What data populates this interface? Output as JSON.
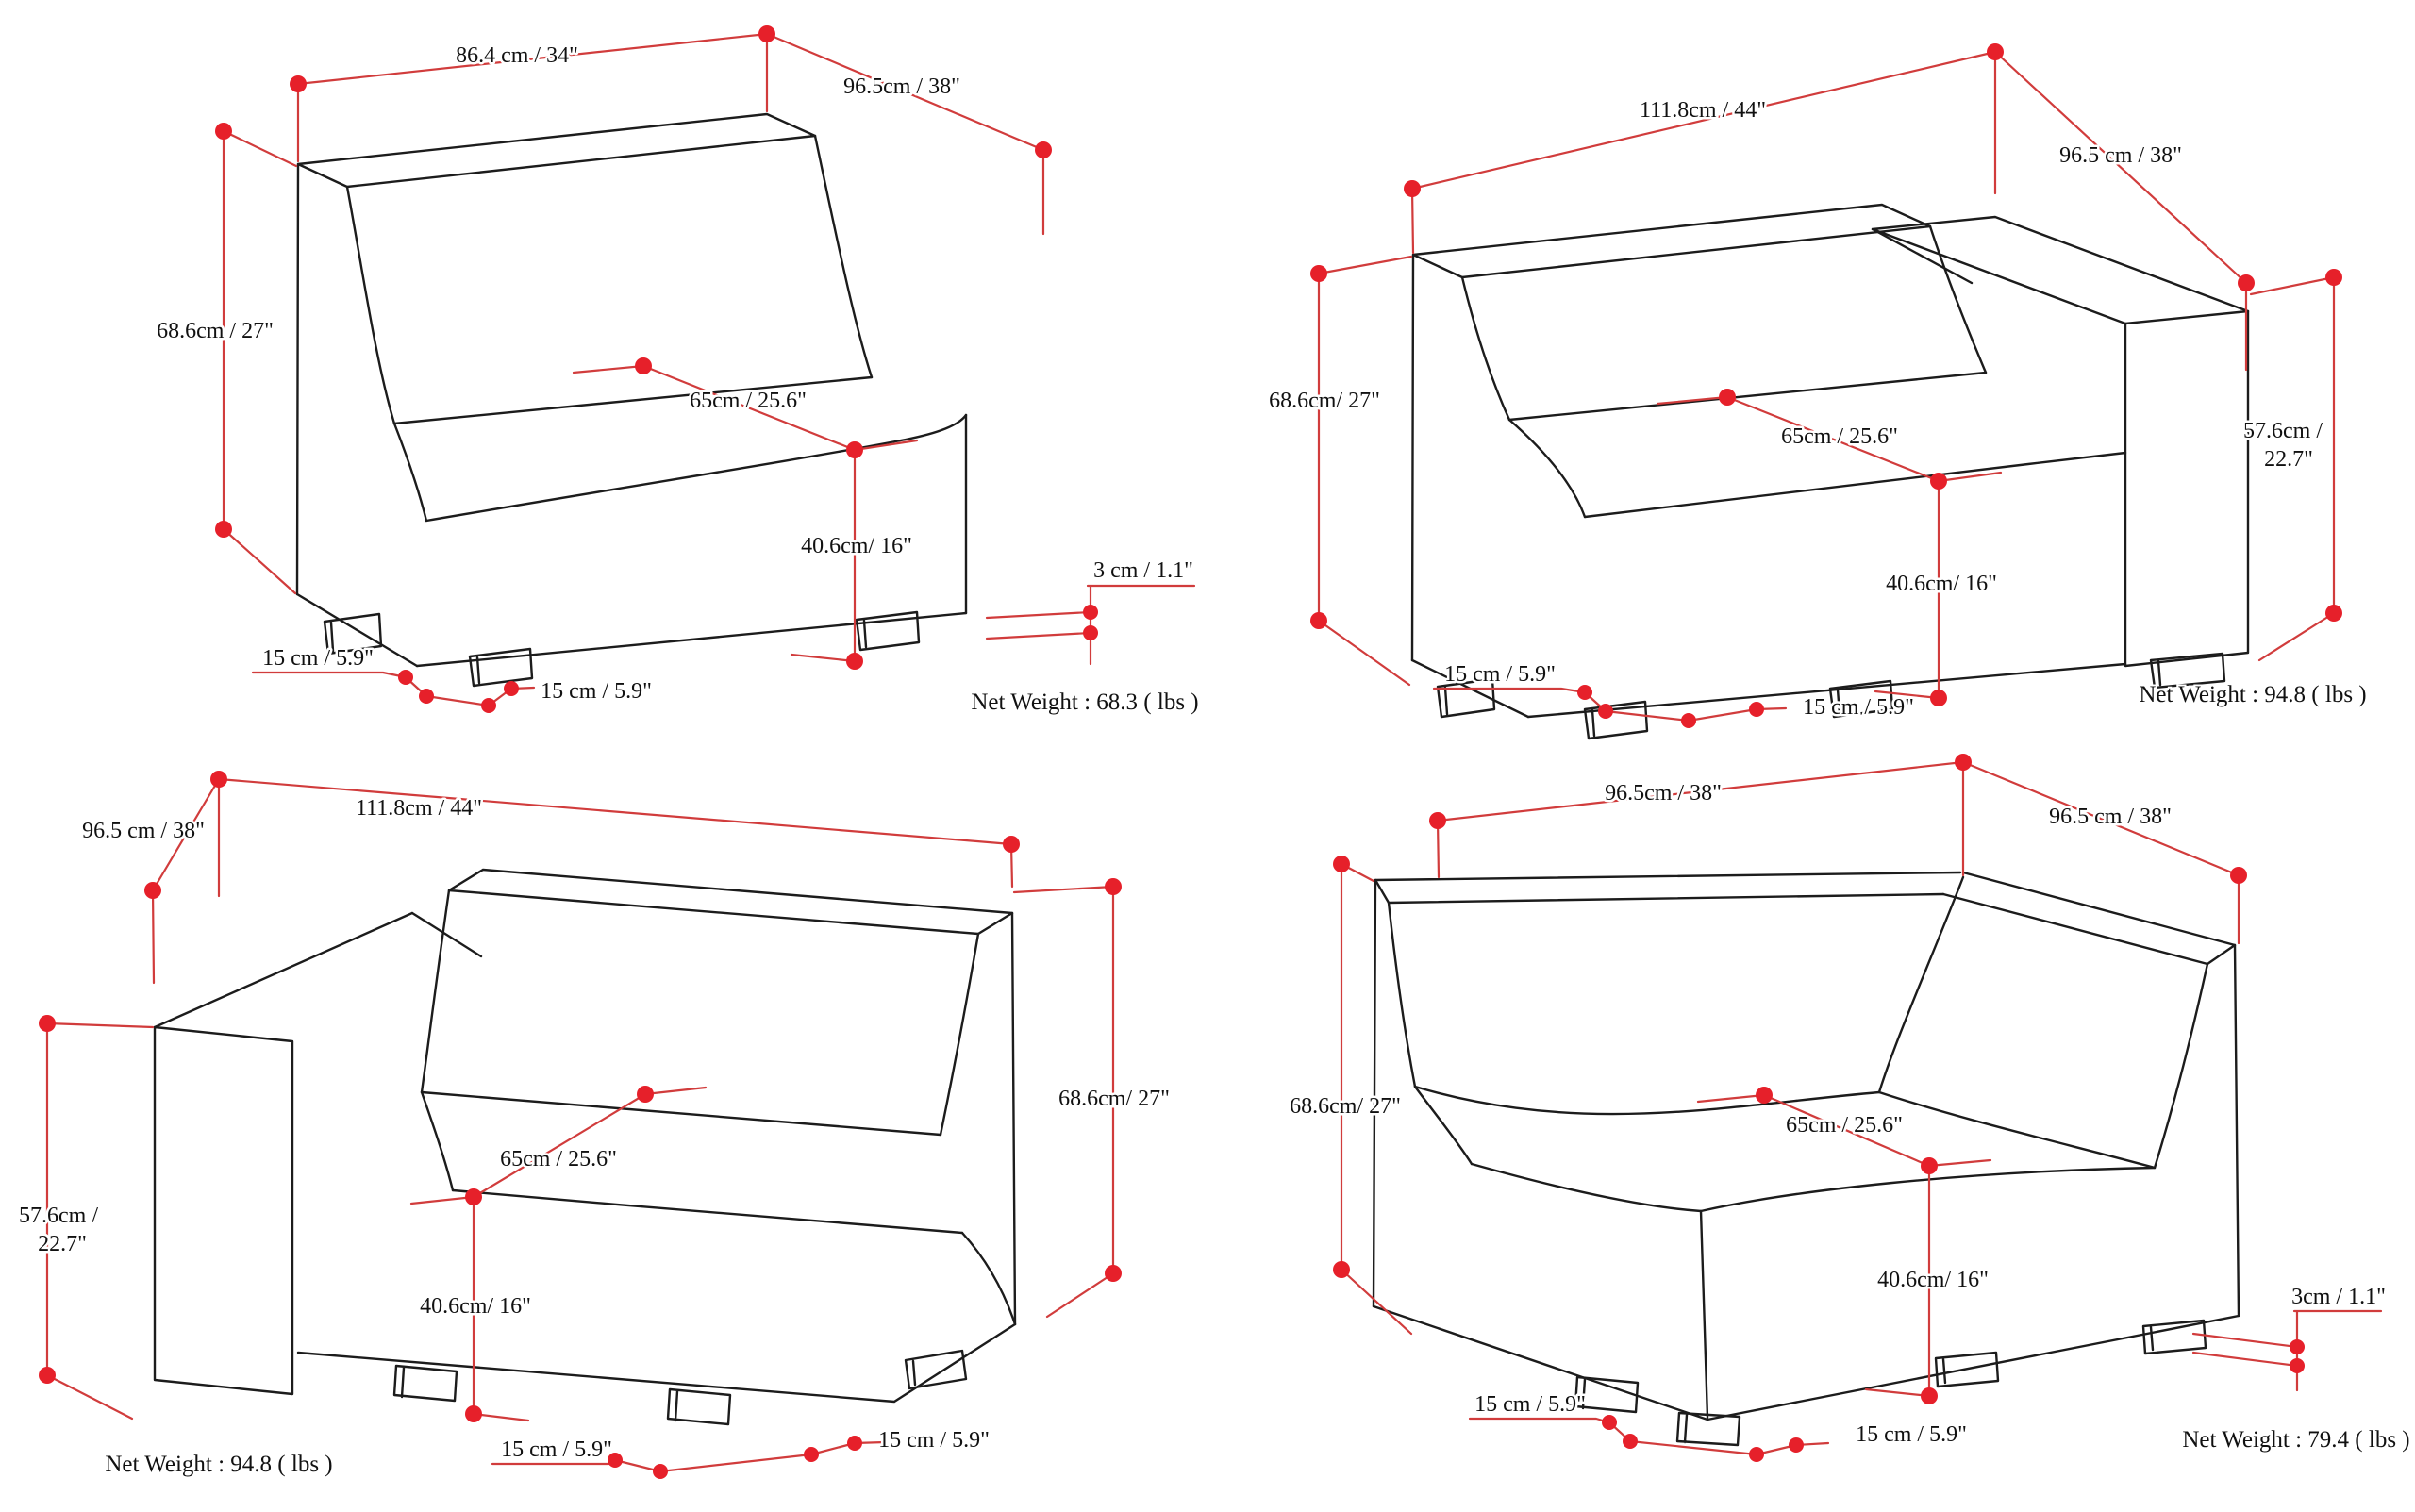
{
  "meta": {
    "description": "Furniture dimension diagram, four modular sofa pieces with red dimension annotations",
    "colors": {
      "background": "#ffffff",
      "outline": "#1c1c1c",
      "dimension_red": "#d13c3c",
      "dot_red": "#e6202a"
    }
  },
  "panels": [
    {
      "name": "armless-module",
      "labels": {
        "width": "86.4 cm / 34\"",
        "depth": "96.5cm / 38\"",
        "height": "68.6cm / 27\"",
        "seat_depth": "65cm / 25.6\"",
        "seat_height": "40.6cm/ 16\"",
        "foot_height": "3 cm / 1.1\"",
        "leg_inset_side": "15 cm / 5.9\"",
        "leg_inset_front": "15 cm / 5.9\"",
        "net_weight": "Net Weight : 68.3 ( lbs )"
      }
    },
    {
      "name": "right-arm-module",
      "labels": {
        "width": "111.8cm / 44\"",
        "depth": "96.5 cm / 38\"",
        "height": "68.6cm/ 27\"",
        "arm_height_1": "57.6cm /",
        "arm_height_2": "22.7\"",
        "seat_depth": "65cm / 25.6\"",
        "seat_height": "40.6cm/ 16\"",
        "leg_inset_side": "15 cm / 5.9\"",
        "leg_inset_front": "15 cm / 5.9\"",
        "net_weight": "Net Weight : 94.8 ( lbs )"
      }
    },
    {
      "name": "left-arm-module",
      "labels": {
        "depth": "96.5 cm / 38\"",
        "width": "111.8cm / 44\"",
        "arm_height_1": "57.6cm /",
        "arm_height_2": "22.7\"",
        "height": "68.6cm/ 27\"",
        "seat_depth": "65cm / 25.6\"",
        "seat_height": "40.6cm/ 16\"",
        "leg_inset_front": "15 cm / 5.9\"",
        "leg_inset_side": "15 cm / 5.9\"",
        "net_weight": "Net Weight : 94.8 ( lbs )"
      }
    },
    {
      "name": "corner-module",
      "labels": {
        "width_left": "96.5cm / 38\"",
        "width_right": "96.5 cm / 38\"",
        "height": "68.6cm/ 27\"",
        "seat_depth": "65cm / 25.6\"",
        "seat_height": "40.6cm/ 16\"",
        "foot_height": "3cm / 1.1\"",
        "leg_inset_side": "15 cm / 5.9\"",
        "leg_inset_front": "15 cm / 5.9\"",
        "net_weight": "Net Weight : 79.4 ( lbs )"
      }
    }
  ]
}
